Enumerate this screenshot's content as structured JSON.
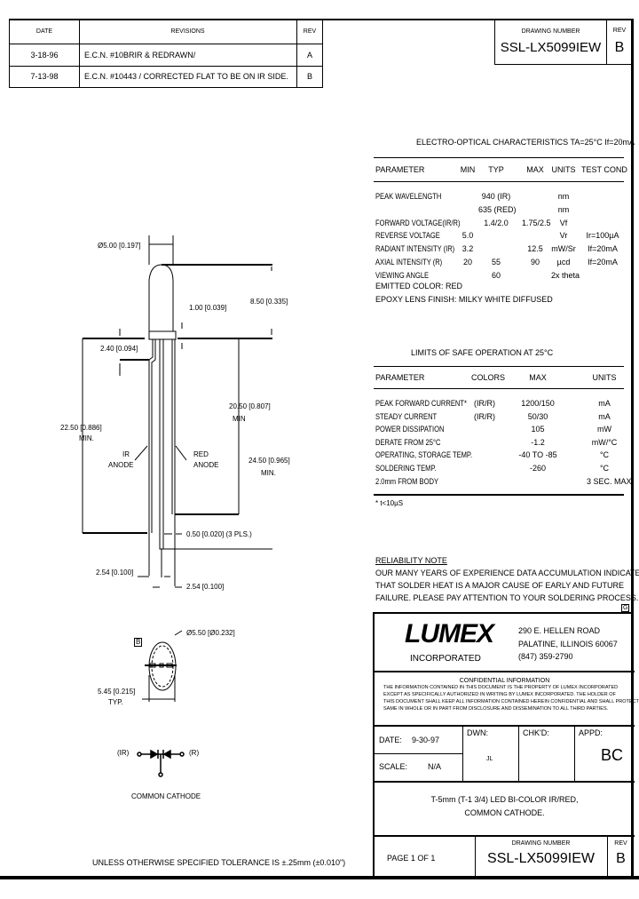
{
  "revisions": {
    "headers": {
      "date": "DATE",
      "revisions": "REVISIONS",
      "rev": "REV"
    },
    "rows": [
      {
        "date": "3-18-96",
        "text": "E.C.N. #10BRIR & REDRAWN/",
        "rev": "A"
      },
      {
        "date": "7-13-98",
        "text": "E.C.N. #10443 / CORRECTED FLAT TO BE ON IR SIDE.",
        "rev": "B"
      }
    ]
  },
  "top_drawing": {
    "label": "DRAWING NUMBER",
    "number": "SSL-LX5099IEW",
    "rev_label": "REV",
    "rev": "B"
  },
  "electro": {
    "title": "ELECTRO-OPTICAL CHARACTERISTICS TA=25°C  If=20mA",
    "headers": [
      "PARAMETER",
      "MIN",
      "TYP",
      "MAX",
      "UNITS",
      "TEST COND"
    ],
    "rows": [
      [
        "PEAK WAVELENGTH",
        "",
        "940 (IR)",
        "",
        "nm",
        ""
      ],
      [
        "",
        "",
        "635 (RED)",
        "",
        "nm",
        ""
      ],
      [
        "FORWARD VOLTAGE(IR/R)",
        "",
        "1.4/2.0",
        "1.75/2.5",
        "Vf",
        ""
      ],
      [
        "REVERSE VOLTAGE",
        "5.0",
        "",
        "",
        "Vr",
        "Ir=100µA"
      ],
      [
        "RADIANT INTENSITY (IR)",
        "3.2",
        "",
        "12.5",
        "mW/Sr",
        "If=20mA"
      ],
      [
        "AXIAL INTENSITY   (R)",
        "20",
        "55",
        "90",
        "µcd",
        "If=20mA"
      ],
      [
        "VIEWING ANGLE",
        "",
        "60",
        "",
        "2x theta",
        ""
      ]
    ],
    "emitted": "EMITTED COLOR:      RED",
    "epoxy": "EPOXY LENS FINISH:   MILKY WHITE DIFFUSED"
  },
  "limits": {
    "title": "LIMITS OF SAFE OPERATION AT 25°C",
    "headers": [
      "PARAMETER",
      "COLORS",
      "MAX",
      "UNITS"
    ],
    "rows": [
      [
        "PEAK FORWARD CURRENT*",
        "(IR/R)",
        "1200/150",
        "mA"
      ],
      [
        "STEADY CURRENT",
        "(IR/R)",
        "50/30",
        "mA"
      ],
      [
        "POWER DISSIPATION",
        "",
        "105",
        "mW"
      ],
      [
        "DERATE FROM 25°C",
        "",
        "-1.2",
        "mW/°C"
      ],
      [
        "OPERATING, STORAGE TEMP.",
        "",
        "-40 TO -85",
        "°C"
      ],
      [
        "SOLDERING TEMP.",
        "",
        "-260",
        "°C"
      ],
      [
        "2.0mm FROM BODY",
        "",
        "",
        "3 SEC. MAX"
      ]
    ],
    "footnote": "* t<10µS"
  },
  "reliability": {
    "title": "RELIABILITY NOTE",
    "lines": [
      "OUR MANY YEARS OF EXPERIENCE DATA ACCUMULATION INDICATE",
      "THAT SOLDER HEAT IS A MAJOR CAUSE OF EARLY AND FUTURE",
      "FAILURE. PLEASE PAY ATTENTION TO YOUR SOLDERING PROCESS."
    ]
  },
  "sheet_marker": "G",
  "company": {
    "logo": "LUMEX",
    "sub": "INCORPORATED",
    "address": [
      "290 E. HELLEN ROAD",
      "PALATINE, ILLINOIS   60067",
      "(847) 359-2790"
    ]
  },
  "confidential": {
    "title": "CONFIDENTIAL INFORMATION",
    "lines": [
      "THE INFORMATION CONTAINED IN THIS DOCUMENT IS THE PROPERTY OF LUMEX INCORPORATED",
      "EXCEPT AS SPECIFICALLY AUTHORIZED IN WRITING BY LUMEX INCORPORATED. THE HOLDER OF",
      "THIS DOCUMENT SHALL KEEP ALL INFORMATION CONTAINED HEREIN CONFIDENTIAL AND SHALL PROTECT",
      "SAME IN WHOLE OR IN PART FROM DISCLOSURE AND DISSEMINATION TO ALL THIRD PARTIES."
    ]
  },
  "titleblock": {
    "date_label": "DATE:",
    "date": "9-30-97",
    "scale_label": "SCALE:",
    "scale": "N/A",
    "dwn_label": "DWN:",
    "dwn": "JL",
    "chkd_label": "CHK'D:",
    "appd_label": "APPD:",
    "appd": "BC",
    "description": [
      "T-5mm (T-1 3/4) LED BI-COLOR IR/RED,",
      "COMMON CATHODE."
    ],
    "page": "PAGE   1   OF   1",
    "drawing_label": "DRAWING NUMBER",
    "drawing_number": "SSL-LX5099IEW",
    "rev_label": "REV",
    "rev": "B"
  },
  "drawing": {
    "dims": {
      "dia": "Ø5.00 [0.197]",
      "flange": "1.00 [0.039]",
      "height": "8.50 [0.335]",
      "standoff": "2.40 [0.094]",
      "lead_left": "22.50 [0.886]",
      "lead_left_min": "MIN.",
      "lead_mid": "20.50 [0.807]",
      "lead_mid_min": "MIN",
      "lead_right": "24.50 [0.965]",
      "lead_right_min": "MIN.",
      "lead_width": "0.50 [0.020] (3 PLS.)",
      "pitch1": "2.54 [0.100]",
      "pitch2": "2.54 [0.100]",
      "flange_dia": "Ø5.50 [Ø0.232]",
      "flat": "5.45 [0.215]",
      "flat_typ": "TYP.",
      "rev_marker": "B"
    },
    "ir_anode": [
      "IR",
      "ANODE"
    ],
    "red_anode": [
      "RED",
      "ANODE"
    ],
    "circuit": {
      "left": "(IR)",
      "right": "(R)",
      "caption": "COMMON CATHODE"
    },
    "tolerance": "UNLESS OTHERWISE SPECIFIED TOLERANCE IS ±.25mm (±0.010\")"
  }
}
